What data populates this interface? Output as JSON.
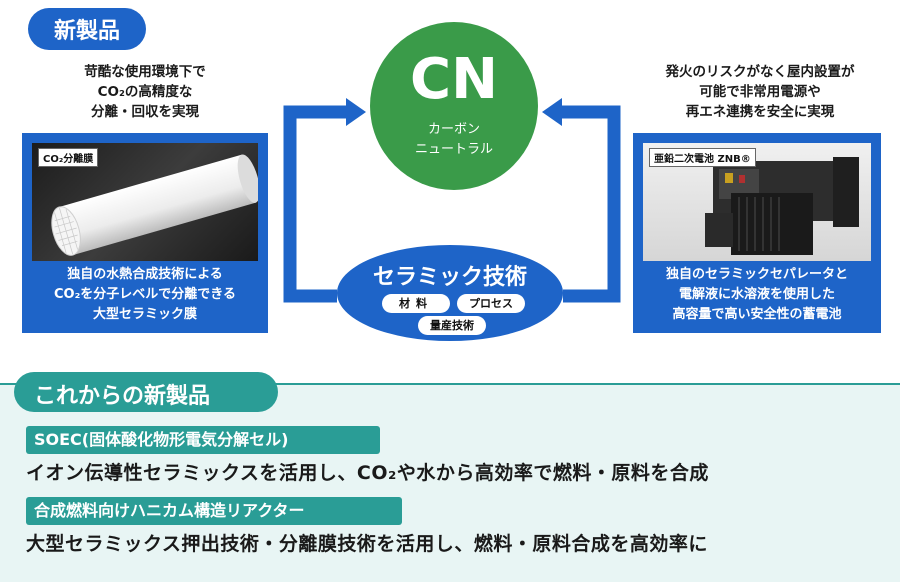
{
  "header": {
    "badge": "新製品"
  },
  "left_product": {
    "description": "苛酷な使用環境下で\nCO₂の高精度な\n分離・回収を実現",
    "photo_tag": "CO₂分離膜",
    "caption": "独自の水熱合成技術による\nCO₂を分子レベルで分離できる\n大型セラミック膜"
  },
  "right_product": {
    "description": "発火のリスクがなく屋内設置が\n可能で非常用電源や\n再エネ連携を安全に実現",
    "photo_tag": "亜鉛二次電池 ZNB®",
    "caption": "独自のセラミックセパレータと\n電解液に水溶液を使用した\n高容量で高い安全性の蓄電池"
  },
  "center": {
    "title": "CN",
    "subtitle": "カーボン\nニュートラル"
  },
  "ceramic": {
    "title": "セラミック技術",
    "chips": {
      "material": "材料",
      "process": "プロセス",
      "mass": "量産技術"
    }
  },
  "bottom": {
    "title": "これからの新製品",
    "items": [
      {
        "tag": "SOEC(固体酸化物形電気分解セル)",
        "description": "イオン伝導性セラミックスを活用し、CO₂や水から高効率で燃料・原料を合成"
      },
      {
        "tag": "合成燃料向けハニカム構造リアクター",
        "description": "大型セラミックス押出技術・分離膜技術を活用し、燃料・原料合成を高効率に"
      }
    ]
  },
  "colors": {
    "blue": "#1e64c8",
    "green": "#3a9b49",
    "teal": "#2a9d96",
    "bottom_bg": "#e8f5f4"
  }
}
